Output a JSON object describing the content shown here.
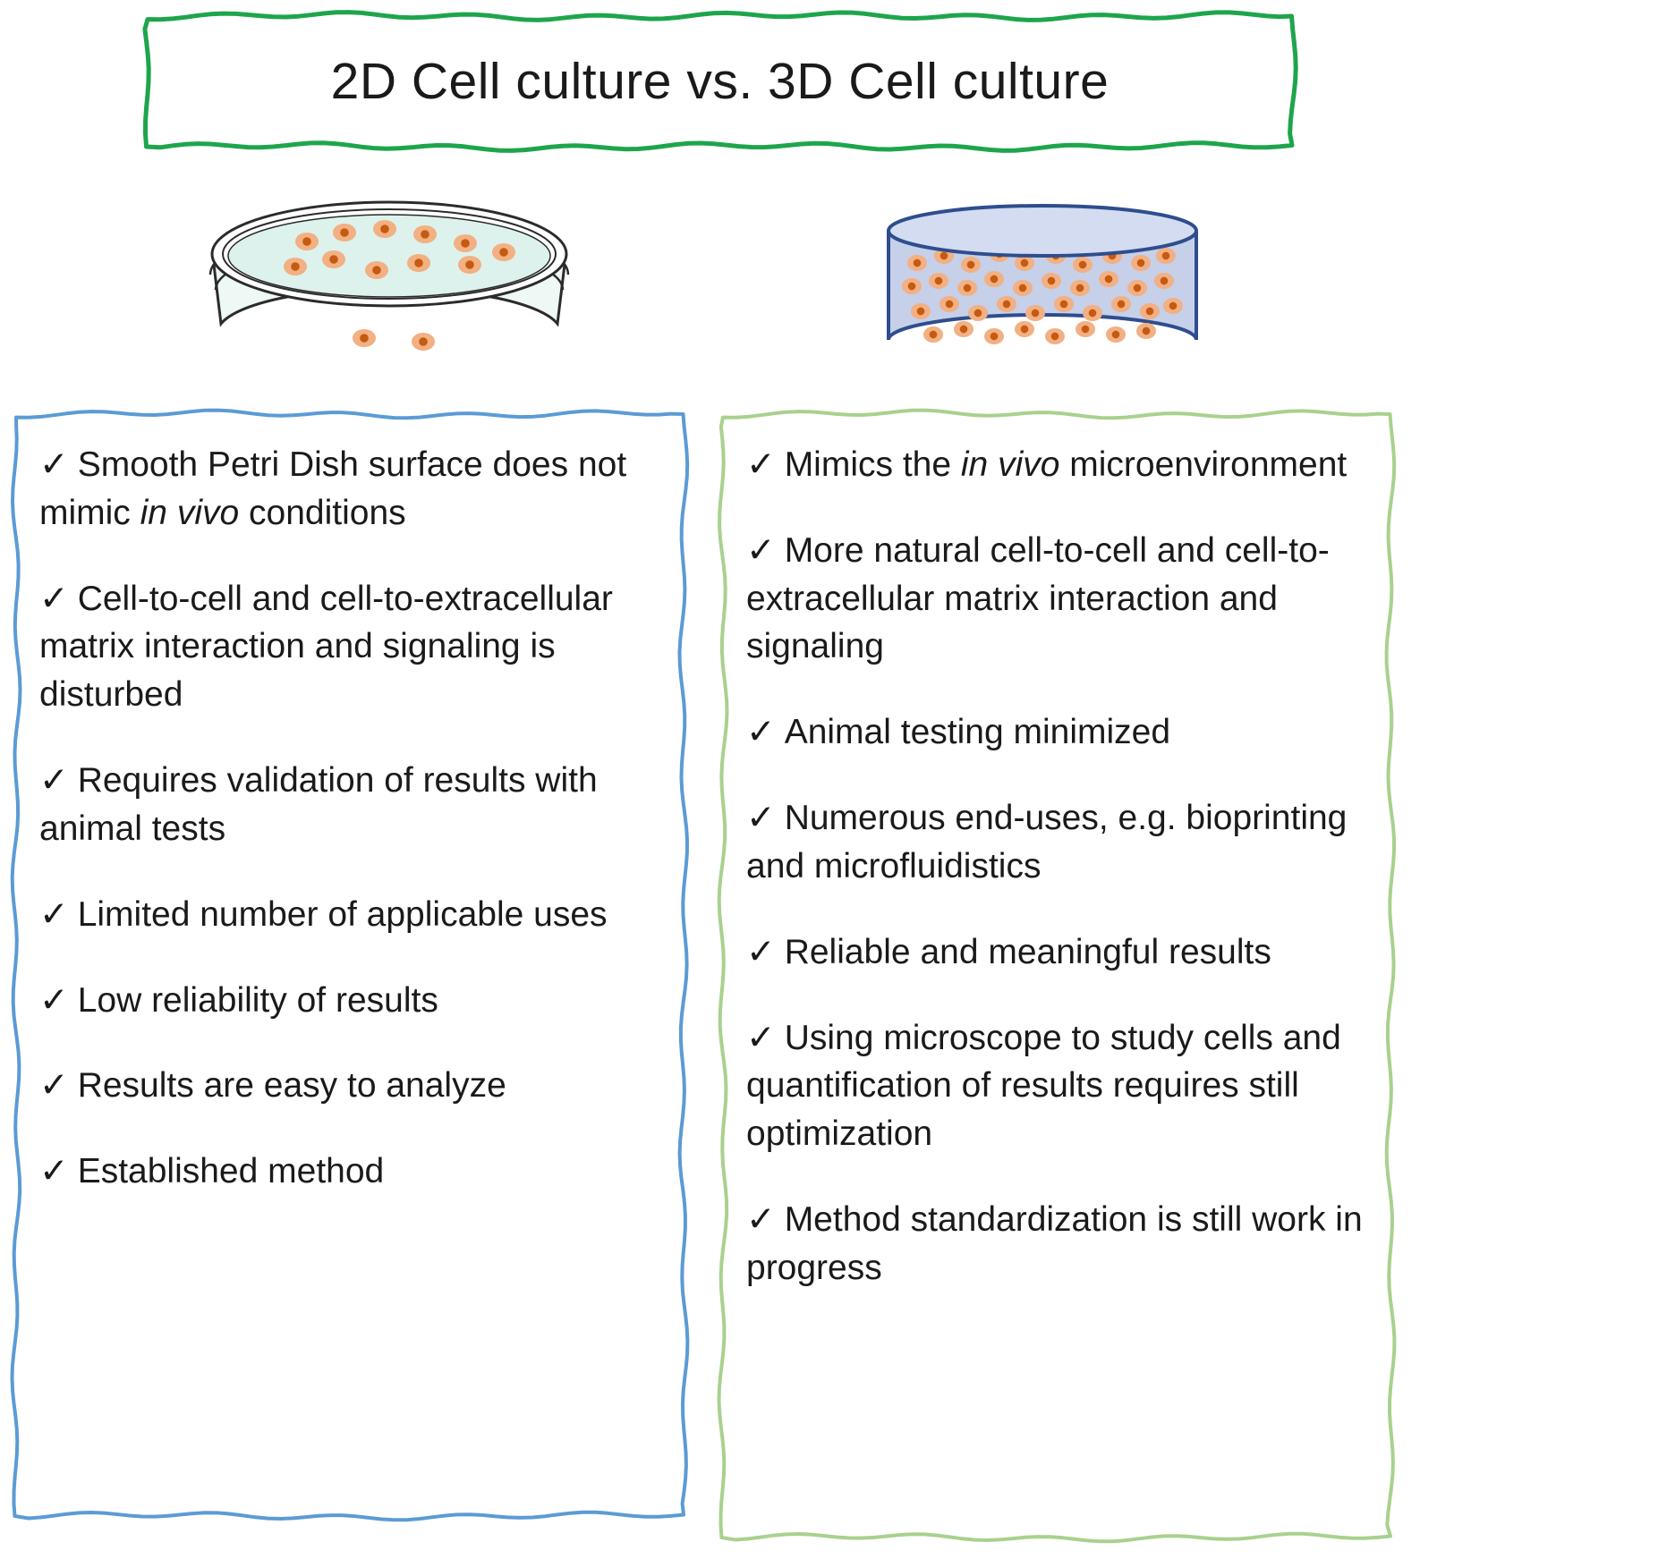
{
  "title": "2D Cell culture vs. 3D Cell culture",
  "check_glyph": "✓",
  "colors": {
    "title_border": "#1ea54c",
    "left_panel_border": "#5b9bd5",
    "right_panel_border": "#a9d18e",
    "dish_outline": "#2b2b2b",
    "dish_liquid": "#ddf2ec",
    "dish_base": "#eef8f4",
    "cell_body": "#f2b083",
    "cell_nucleus": "#c55a11",
    "cylinder_fill": "#c6d0e9",
    "cylinder_top_fill": "#d3dcf0",
    "cylinder_stroke": "#2e4d8e",
    "text": "#1a1a1a"
  },
  "left_panel": {
    "items": [
      {
        "segments": [
          {
            "t": "Smooth Petri Dish surface does not mimic "
          },
          {
            "t": "in vivo",
            "i": true
          },
          {
            "t": " conditions"
          }
        ]
      },
      {
        "segments": [
          {
            "t": "Cell-to-cell and cell-to-extracellular matrix interaction and signaling is disturbed"
          }
        ]
      },
      {
        "segments": [
          {
            "t": "Requires validation of results with animal tests"
          }
        ]
      },
      {
        "segments": [
          {
            "t": "Limited number of applicable uses"
          }
        ]
      },
      {
        "segments": [
          {
            "t": "Low reliability of results"
          }
        ]
      },
      {
        "segments": [
          {
            "t": "Results are easy to analyze"
          }
        ]
      },
      {
        "segments": [
          {
            "t": "Established method"
          }
        ]
      }
    ]
  },
  "right_panel": {
    "items": [
      {
        "segments": [
          {
            "t": "Mimics the "
          },
          {
            "t": "in vivo",
            "i": true
          },
          {
            "t": " microenvironment"
          }
        ]
      },
      {
        "segments": [
          {
            "t": "More natural cell-to-cell and cell-to-extracellular matrix interaction and signaling"
          }
        ]
      },
      {
        "segments": [
          {
            "t": "Animal testing minimized"
          }
        ]
      },
      {
        "segments": [
          {
            "t": "Numerous end-uses, e.g. bioprinting and microfluidistics"
          }
        ]
      },
      {
        "segments": [
          {
            "t": "Reliable and meaningful results"
          }
        ]
      },
      {
        "segments": [
          {
            "t": "Using microscope to study cells and quantification of results requires still optimization"
          }
        ]
      },
      {
        "segments": [
          {
            "t": "Method standardization is still work in progress"
          }
        ]
      }
    ]
  }
}
